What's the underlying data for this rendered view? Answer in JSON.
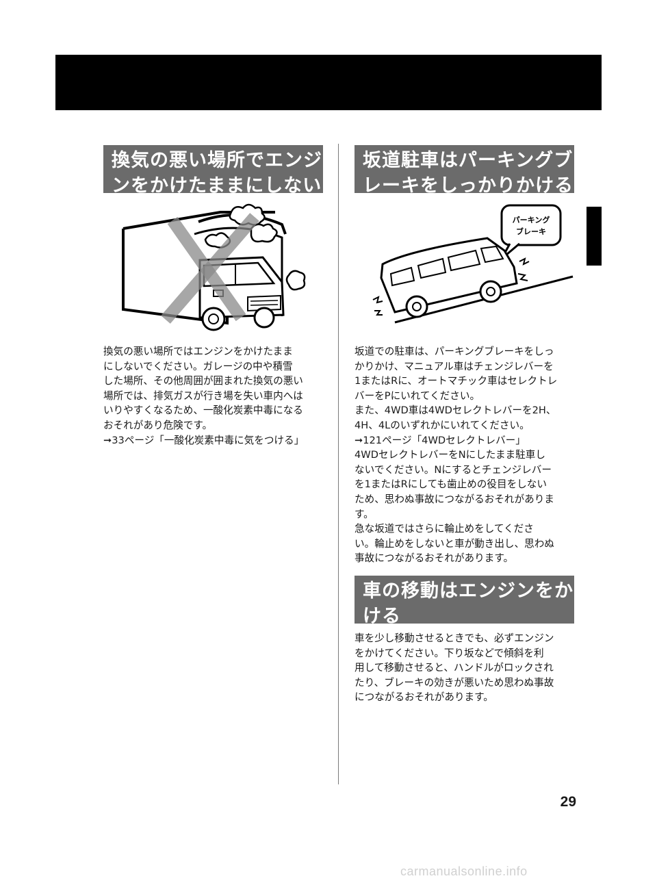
{
  "section1": {
    "heading_lines": [
      "換気の悪い場所でエンジ",
      "ンをかけたままにしない"
    ],
    "paragraph_lines": [
      "換気の悪い場所ではエンジンをかけたまま",
      "にしないでください。ガレージの中や積雪",
      "した場所、その他周囲が囲まれた換気の悪い",
      "場所では、排気ガスが行き場を失い車内へは",
      "いりやすくなるため、一酸化炭素中毒になる",
      "おそれがあり危険です。",
      "➞33ページ「一酸化炭素中毒に気をつける」"
    ]
  },
  "section2": {
    "heading_lines": [
      "坂道駐車はパーキングブ",
      "レーキをしっかりかける"
    ],
    "callout_lines": [
      "パーキング",
      "ブレーキ"
    ],
    "paragraph_lines": [
      "坂道での駐車は、パーキングブレーキをしっ",
      "かりかけ、マニュアル車はチェンジレバーを",
      "1またはRに、オートマチック車はセレクトレ",
      "バーをPにいれてください。",
      "また、4WD車は4WDセレクトレバーを2H、",
      "4H、4Lのいずれかにいれてください。",
      "➞121ページ「4WDセレクトレバー」",
      "4WDセレクトレバーをNにしたまま駐車し",
      "ないでください。Nにするとチェンジレバー",
      "を1またはRにしても歯止めの役目をしない",
      "ため、思わぬ事故につながるおそれがありま",
      "す。",
      "急な坂道ではさらに輪止めをしてくださ",
      "い。輪止めをしないと車が動き出し、思わぬ",
      "事故につながるおそれがあります。"
    ]
  },
  "section3": {
    "heading_lines": [
      "車の移動はエンジンをか",
      "ける"
    ],
    "paragraph_lines": [
      "車を少し移動させるときでも、必ずエンジン",
      "をかけてください。下り坂などで傾斜を利",
      "用して移動させると、ハンドルがロックされ",
      "たり、ブレーキの効きが悪いため思わぬ事故",
      "につながるおそれがあります。"
    ]
  },
  "page_number": "29",
  "watermark": "carmanualsonline.info"
}
